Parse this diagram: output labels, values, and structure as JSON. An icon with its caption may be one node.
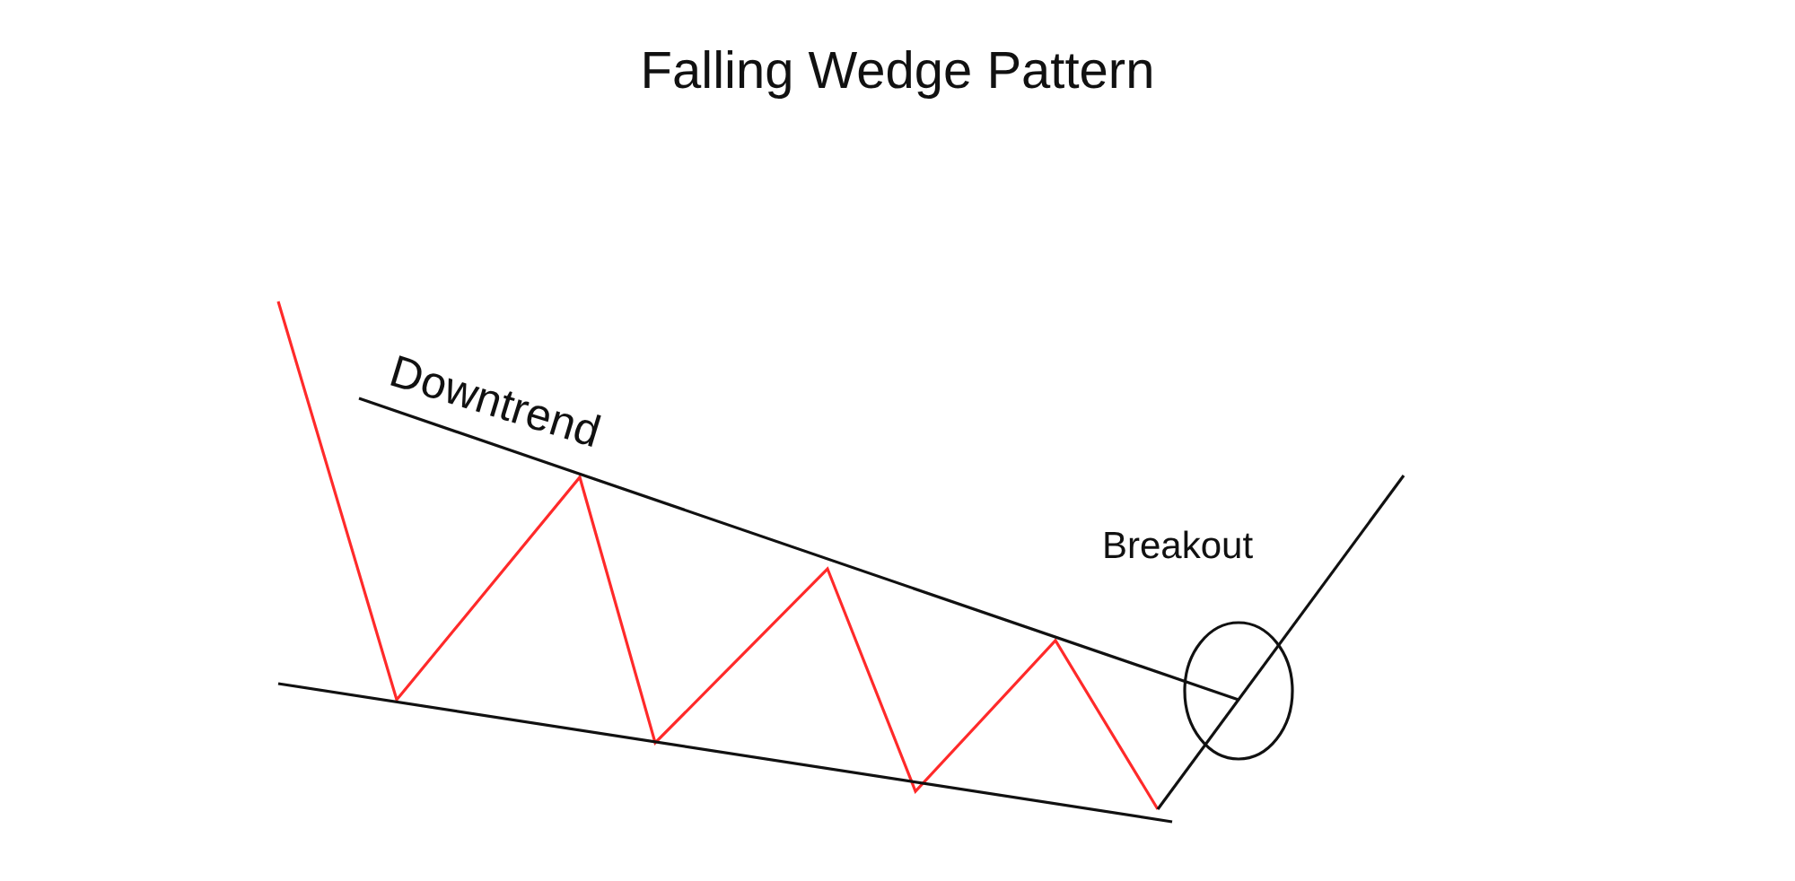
{
  "diagram": {
    "title": "Falling Wedge Pattern",
    "labels": [
      "Downtrend",
      "Breakout"
    ]
  }
}
